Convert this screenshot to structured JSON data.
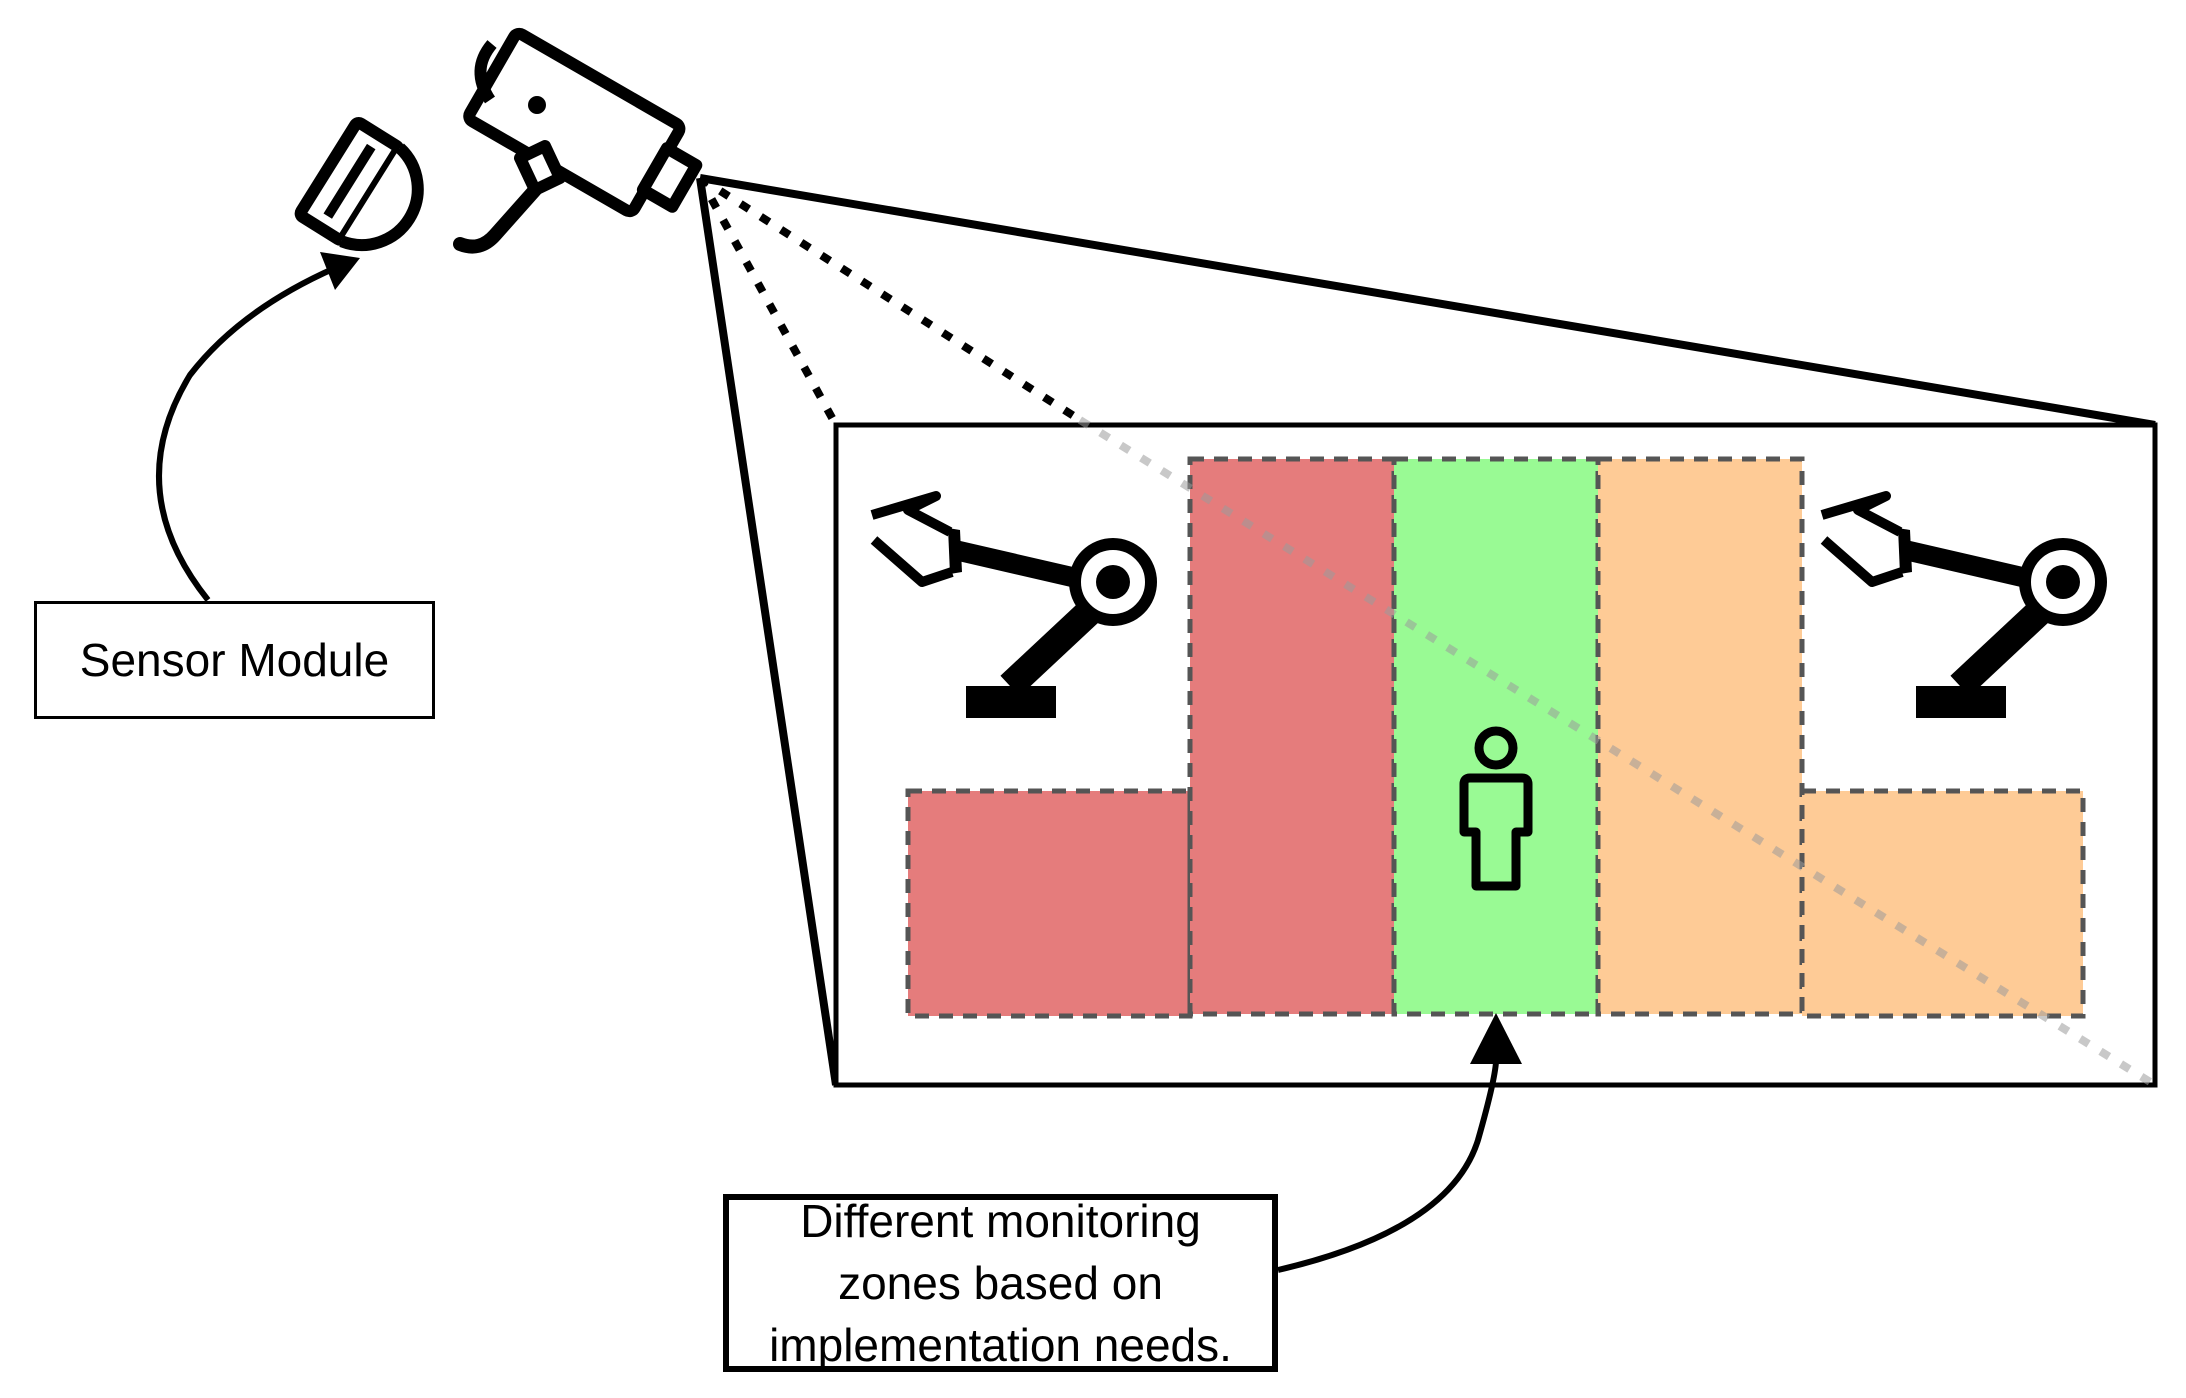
{
  "labels": {
    "sensor_module": "Sensor Module",
    "zones_line1": "Different monitoring",
    "zones_line2": "zones based on",
    "zones_line3": "implementation needs."
  },
  "colors": {
    "danger_zone": "#e57c7c",
    "safe_zone": "#99fa94",
    "warning_zone": "#fecb96",
    "zone_border": "#555555",
    "outline": "#000000"
  },
  "icons": [
    "camera-icon",
    "sensor-module-icon",
    "robot-arm-icon",
    "person-icon"
  ]
}
